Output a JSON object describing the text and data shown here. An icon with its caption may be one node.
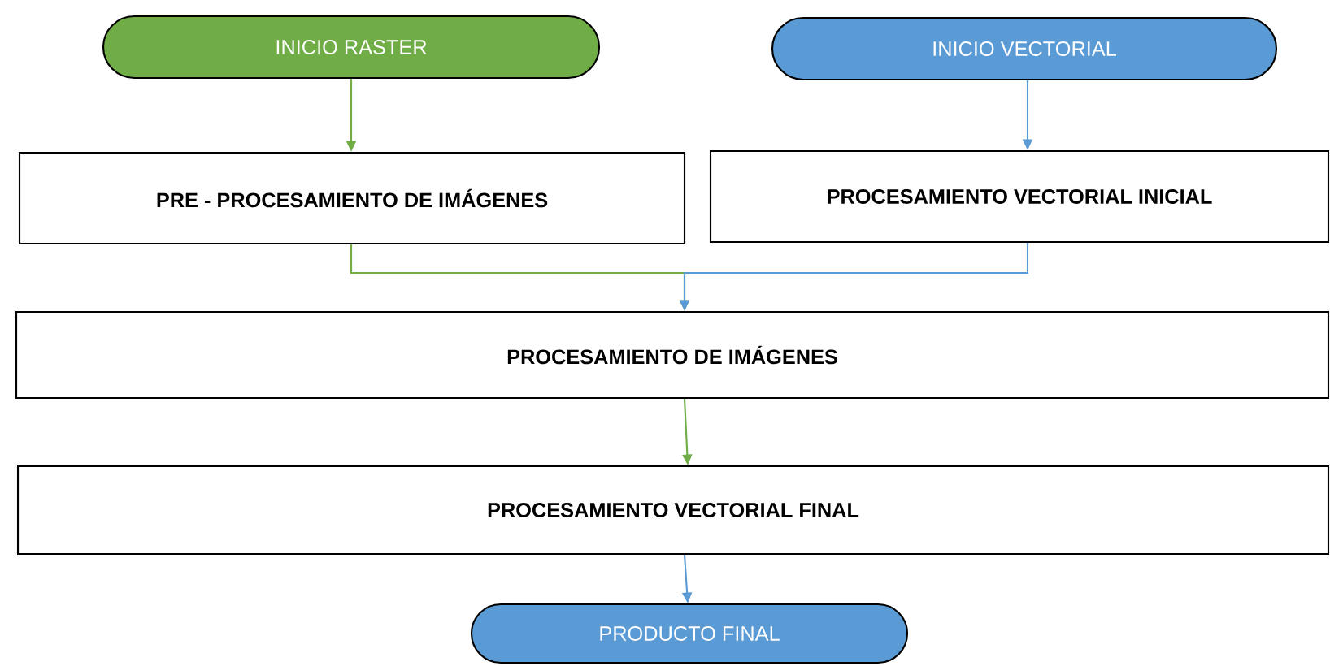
{
  "diagram": {
    "nodes": [
      {
        "text": [
          "INICIO RASTER"
        ]
      },
      {
        "text": [
          "INICIO VECTORIAL"
        ]
      },
      {
        "text": [
          "PRE - PROCESAMIENTO DE IMÁGENES"
        ]
      },
      {
        "text": [
          "PROCESAMIENTO VECTORIAL INICIAL"
        ]
      },
      {
        "text": [
          "PROCESAMIENTO DE IMÁGENES"
        ]
      },
      {
        "text": [
          "PROCESAMIENTO VECTORIAL FINAL"
        ]
      },
      {
        "text": [
          "PRODUCTO FINAL"
        ]
      }
    ],
    "edges": [
      {
        "from": 0,
        "to": 2,
        "arrow": "to",
        "color": "#70ad47"
      },
      {
        "from": 1,
        "to": 3,
        "arrow": "to",
        "color": "#5b9bd5"
      },
      {
        "from": 2,
        "to": 4,
        "arrow": "to",
        "color": "#70ad47"
      },
      {
        "from": 3,
        "to": 4,
        "arrow": "to",
        "color": "#5b9bd5"
      },
      {
        "from": 4,
        "to": 5,
        "arrow": "to",
        "color": "#70ad47"
      },
      {
        "from": 5,
        "to": 6,
        "arrow": "to",
        "color": "#5b9bd5"
      }
    ]
  }
}
